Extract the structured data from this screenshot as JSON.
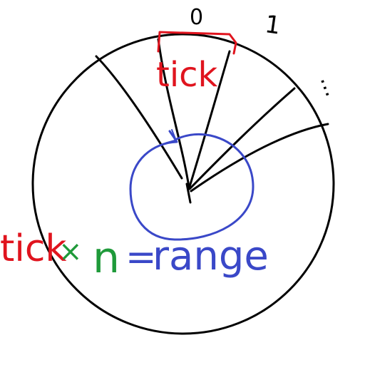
{
  "labels": {
    "index_zero": "0",
    "index_one": "1",
    "ellipsis": "...",
    "tick": "tick",
    "formula_tick": "tick",
    "formula_times": "×",
    "formula_n": "n",
    "formula_equals": "=",
    "formula_range": "range"
  },
  "colors": {
    "background": "#ffffff",
    "ink": "#000000",
    "tick_red": "#e0141e",
    "range_blue": "#3a48c8",
    "n_green": "#1f9a3a"
  }
}
